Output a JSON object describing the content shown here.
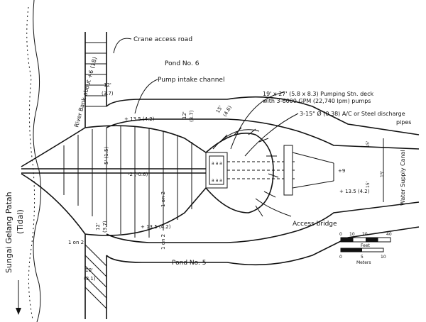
{
  "labels": {
    "crane_access_road": "Crane access road",
    "pond_6": "Pond No. 6",
    "pump_intake_channel": "Pump intake channel",
    "river_bank": "River Bank about +6 (18)",
    "pumping_deck_line1": "19' x 27' (5.8 x 8.3) Pumping Stn. deck",
    "pumping_deck_line2": "with 3-6000 GPM (22,740 lpm) pumps",
    "discharge_line1": "3-15\" Ø (0.38) A/C or Steel discharge",
    "discharge_line2": "pipes",
    "water_supply_canal": "Water Supply Canal",
    "sungai_line1": "Sungai Gelang Patah",
    "sungai_line2": "(Tidal)",
    "access_bridge": "Access bridge",
    "pond_5": "Pond No. 5"
  },
  "dimensions": {
    "w12_top": "12'",
    "w12_top_m": "(3.7)",
    "elev_top": "+ 13.5 (4.2)",
    "w12_mid": "12'",
    "w12_mid_m": "(3.7)",
    "w15": "15'",
    "w15_m": "(4.6)",
    "slope_5": "5' (1.5)",
    "depth": "-2 (-0.6)",
    "slope_1on2_mid": "1 on 2",
    "w12_bot": "12'",
    "w12_bot_m": "(3.7)",
    "elev_bot": "+ 13.5 (4.2)",
    "slope_1on2_left": "1 on 2",
    "slope_1on2_right": "1 on 2",
    "w10": "10'",
    "w10_m": "(3.1)",
    "canal_elev": "+9",
    "canal_w1": "15'",
    "canal_w2": "15'",
    "canal_w3": "15'",
    "canal_elev_bot": "+ 13.5 (4.2)"
  },
  "scale": {
    "feet_ticks": [
      "0",
      "10",
      "20",
      "40"
    ],
    "feet_label": "Feet",
    "meter_ticks": [
      "0",
      "5",
      "10"
    ],
    "meter_label": "Meters"
  }
}
